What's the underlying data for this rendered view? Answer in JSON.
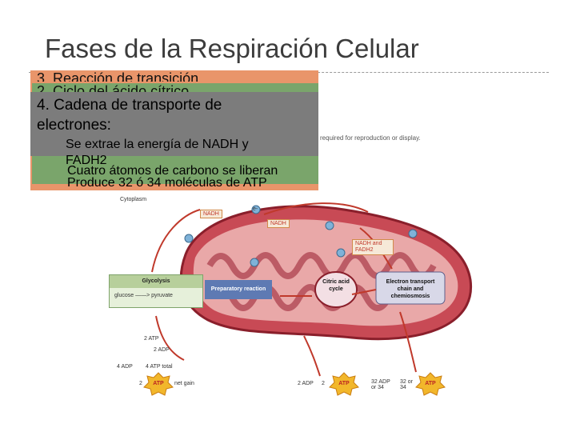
{
  "slide": {
    "title": "Fases de la Respiración Celular",
    "overlap_orange": "3. Reacción de transición",
    "overlap_green": "2. Ciclo del ácido cítrico",
    "gray_heading": "4. Cadena de transporte de electrones:",
    "gray_bullet": "Se extrae la energía de NADH y",
    "fadh": "FADH2",
    "green_bullet": "Cuatro átomos de carbono se liberan",
    "orange_bullet": "Produce 32 ó 34 moléculas de ATP"
  },
  "diagram": {
    "copyright": "required for reproduction or display.",
    "cytoplasm": "Cytoplasm",
    "nadh_1": "NADH",
    "nadh_2": "NADH",
    "nadh_fadh2": "NADH and FADH2",
    "glycolysis_title": "Glycolysis",
    "glycolysis_eq": "glucose ——> pyruvate",
    "preparatory": "Preparatory reaction",
    "citric_acid": "Citric acid cycle",
    "etc": "Electron transport chain and chemiosmosis",
    "atp_label": "ATP",
    "atp_steps": [
      "2 ATP",
      "2 ADP",
      "4 ADP",
      "4 ATP total"
    ],
    "net_gain": "net gain",
    "adp_2": "2 ADP",
    "adp_32": "32 ADP or 34",
    "num_32": "32 or 34",
    "num_2a": "2",
    "num_2b": "2",
    "electron": "e-"
  },
  "colors": {
    "orange_box": "#e9956a",
    "green_box": "#7aa56b",
    "gray_box": "#7c7c7c",
    "mito_outer": "#c23a4a",
    "arrow": "#c0392b"
  }
}
